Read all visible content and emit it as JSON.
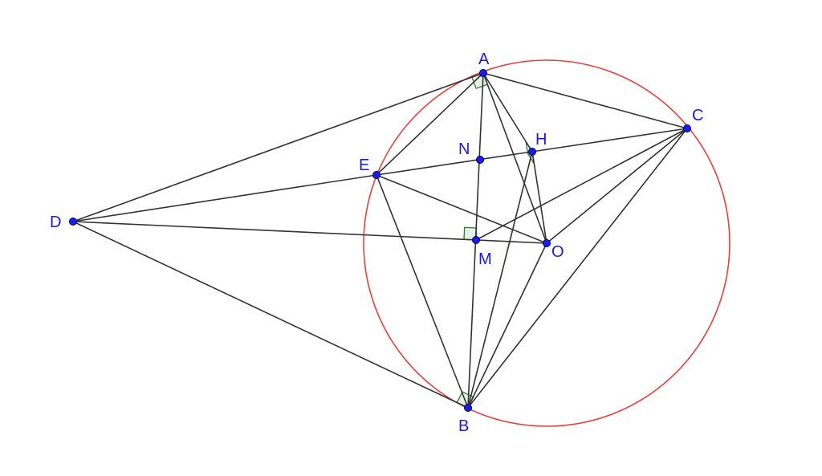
{
  "figure": {
    "circle_color": "#e8413c",
    "point_color": "#1a1aff",
    "label_color": "#1a1ae6",
    "segment_color": "#333333",
    "right_angle_color": "#2e7d32",
    "points": [
      {
        "id": "A",
        "label": "A"
      },
      {
        "id": "B",
        "label": "B"
      },
      {
        "id": "C",
        "label": "C"
      },
      {
        "id": "D",
        "label": "D"
      },
      {
        "id": "E",
        "label": "E"
      },
      {
        "id": "H",
        "label": "H"
      },
      {
        "id": "M",
        "label": "M"
      },
      {
        "id": "N",
        "label": "N"
      },
      {
        "id": "O",
        "label": "O"
      }
    ],
    "circle": {
      "center": "O",
      "through": [
        "A",
        "B",
        "C",
        "E"
      ]
    },
    "segments": [
      [
        "D",
        "A"
      ],
      [
        "D",
        "E"
      ],
      [
        "D",
        "O"
      ],
      [
        "D",
        "B"
      ],
      [
        "A",
        "C"
      ],
      [
        "A",
        "E"
      ],
      [
        "A",
        "B"
      ],
      [
        "A",
        "O"
      ],
      [
        "A",
        "H"
      ],
      [
        "E",
        "C"
      ],
      [
        "E",
        "B"
      ],
      [
        "E",
        "O"
      ],
      [
        "H",
        "O"
      ],
      [
        "H",
        "B"
      ],
      [
        "C",
        "M"
      ],
      [
        "C",
        "O"
      ],
      [
        "C",
        "B"
      ],
      [
        "B",
        "O"
      ]
    ],
    "right_angles": [
      "A",
      "B",
      "H",
      "M"
    ]
  }
}
